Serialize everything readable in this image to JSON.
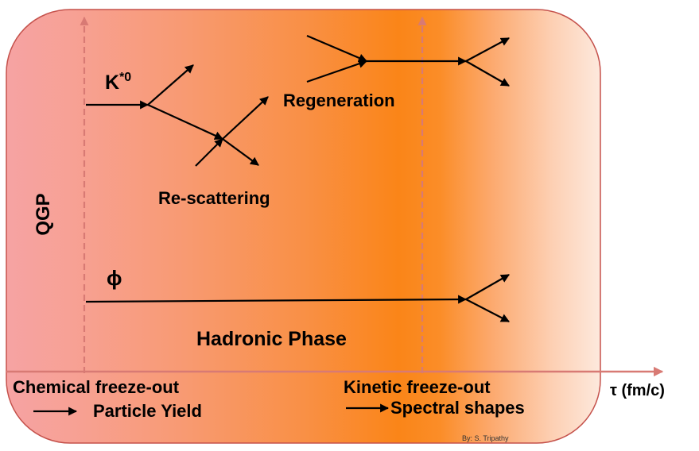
{
  "labels": {
    "qgp": "QGP",
    "kstar": "K*0",
    "kstar_base": "K",
    "kstar_sup": "*0",
    "regeneration": "Regeneration",
    "rescattering": "Re-scattering",
    "phi": "ϕ",
    "hadronic_phase": "Hadronic Phase",
    "chemical_freezeout": "Chemical freeze-out",
    "particle_yield": "Particle Yield",
    "kinetic_freezeout": "Kinetic freeze-out",
    "spectral_shapes": "Spectral shapes",
    "time_axis": "τ (fm/c)",
    "credit": "By: S. Tripathy"
  },
  "colors": {
    "qgp_pink": "#f6a3a3",
    "hadronic_orange": "#f98b18",
    "late_fade": "#fde6d6",
    "axis_red": "#d87a74",
    "border": "#c5524c"
  }
}
